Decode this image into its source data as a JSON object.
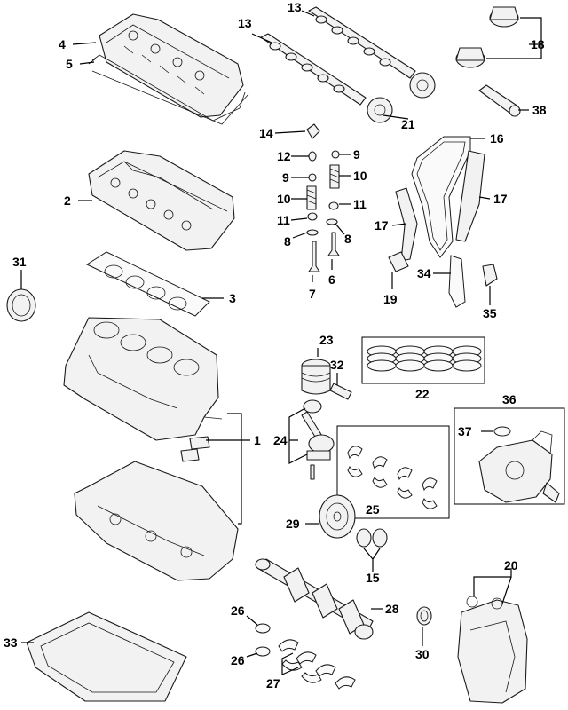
{
  "diagram": {
    "labels": {
      "c1": "1",
      "c2": "2",
      "c3": "3",
      "c4": "4",
      "c5": "5",
      "c6": "6",
      "c7": "7",
      "c8a": "8",
      "c8b": "8",
      "c9a": "9",
      "c9b": "9",
      "c10a": "10",
      "c10b": "10",
      "c11a": "11",
      "c11b": "11",
      "c12": "12",
      "c13a": "13",
      "c13b": "13",
      "c14": "14",
      "c15": "15",
      "c16": "16",
      "c17a": "17",
      "c17b": "17",
      "c18": "18",
      "c19": "19",
      "c20": "20",
      "c21": "21",
      "c22": "22",
      "c23": "23",
      "c24": "24",
      "c25": "25",
      "c26a": "26",
      "c26b": "26",
      "c27": "27",
      "c28": "28",
      "c29": "29",
      "c30": "30",
      "c31": "31",
      "c32": "32",
      "c33": "33",
      "c34": "34",
      "c35": "35",
      "c36": "36",
      "c37": "37",
      "c38": "38"
    }
  }
}
